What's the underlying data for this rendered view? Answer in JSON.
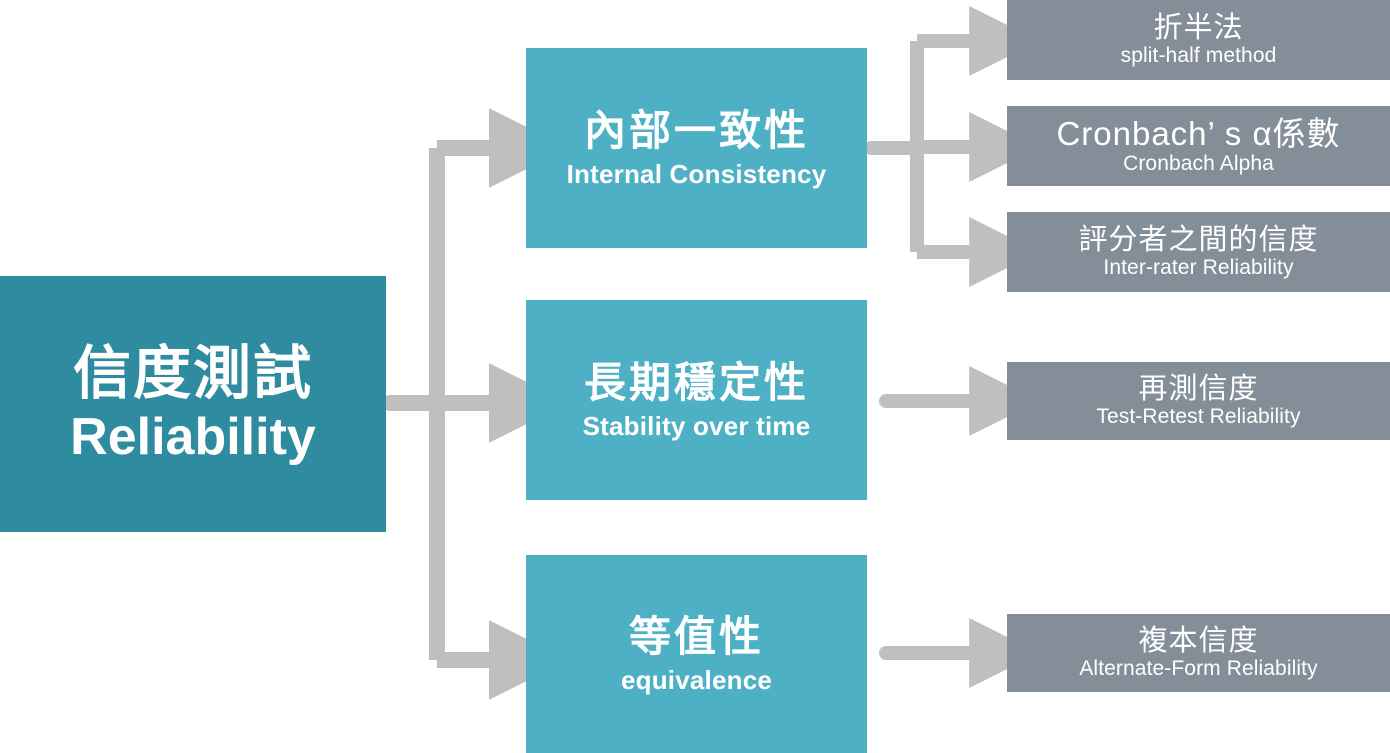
{
  "diagram": {
    "type": "tree",
    "title": "Reliability testing types",
    "colors": {
      "root": "#2e8ba0",
      "level2": "#4db0c4",
      "level3": "#848e98",
      "connector": "#bfbfbf",
      "text": "#ffffff",
      "background": "#ffffff"
    },
    "root": {
      "label_cn": "信度測試",
      "label_en": "Reliability"
    },
    "branches": [
      {
        "id": "internal-consistency",
        "label_cn": "內部一致性",
        "label_en": "Internal Consistency",
        "children": [
          {
            "id": "split-half",
            "label_cn": "折半法",
            "label_en": "split-half method"
          },
          {
            "id": "cronbach-alpha",
            "label_cn": "Cronbach’ s α係數",
            "label_en": "Cronbach Alpha"
          },
          {
            "id": "inter-rater",
            "label_cn": "評分者之間的信度",
            "label_en": "Inter-rater Reliability"
          }
        ]
      },
      {
        "id": "stability-over-time",
        "label_cn": "長期穩定性",
        "label_en": "Stability over time",
        "children": [
          {
            "id": "test-retest",
            "label_cn": "再測信度",
            "label_en": "Test-Retest Reliability"
          }
        ]
      },
      {
        "id": "equivalence",
        "label_cn": "等值性",
        "label_en": "equivalence",
        "children": [
          {
            "id": "alternate-form",
            "label_cn": "複本信度",
            "label_en": "Alternate-Form Reliability"
          }
        ]
      }
    ]
  }
}
